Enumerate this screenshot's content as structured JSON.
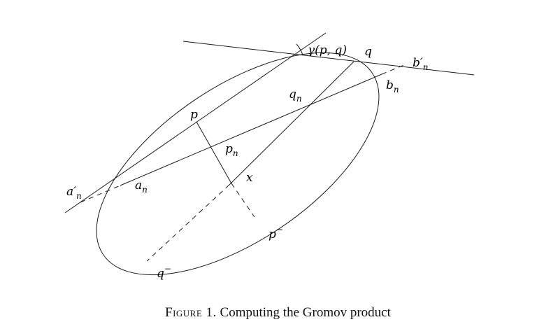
{
  "labels": {
    "p": "p",
    "q": "q",
    "gamma": "γ(p, q)",
    "q_n": "q",
    "q_n_sub": "n",
    "b_n": "b",
    "b_n_sub": "n",
    "b_n_prime": "b′",
    "b_n_prime_sub": "n",
    "p_n": "p",
    "p_n_sub": "n",
    "x": "x",
    "a_n": "a",
    "a_n_sub": "n",
    "a_n_prime": "a′",
    "a_n_prime_sub": "n",
    "p_minus": "p",
    "p_minus_sup": "−",
    "q_minus": "q",
    "q_minus_sup": "−"
  },
  "caption": {
    "figure": "Figure 1.",
    "text": "Computing the Gromov product"
  }
}
